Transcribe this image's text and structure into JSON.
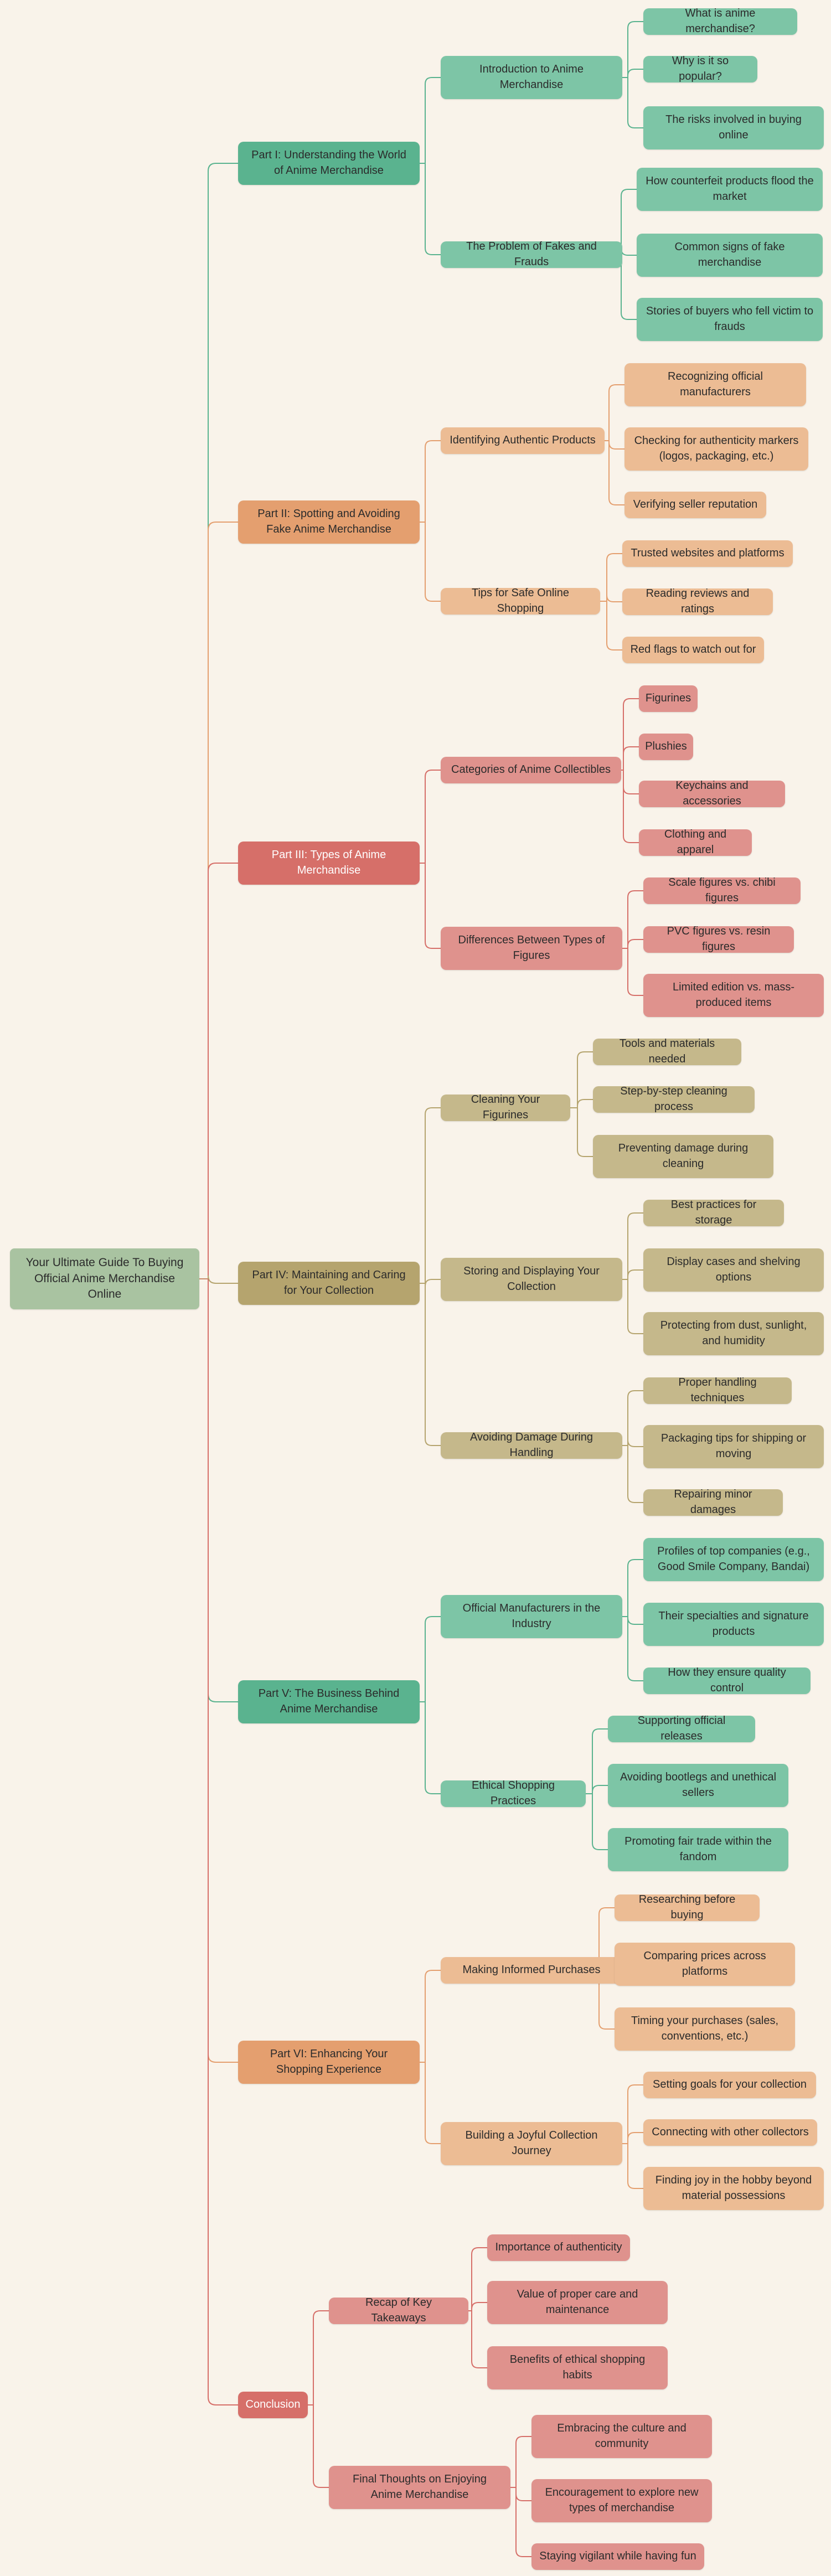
{
  "colors": {
    "background": "#f9f3ea",
    "root": "#a9c3a1",
    "green": {
      "part": "#5ab38f",
      "sub": "#7dc5a6",
      "leaf": "#7dc5a6",
      "line": "#5ab38f"
    },
    "orange": {
      "part": "#e49f6f",
      "sub": "#ecbc94",
      "leaf": "#ecbc94",
      "line": "#e49f6f"
    },
    "red": {
      "part": "#d66f69",
      "sub": "#df928d",
      "leaf": "#df928d",
      "line": "#d66f69"
    },
    "olive": {
      "part": "#b5a46e",
      "sub": "#c5b88b",
      "leaf": "#c5b88b",
      "line": "#b5a46e"
    }
  },
  "root": {
    "label": "Your Ultimate Guide To Buying Official Anime Merchandise Online"
  },
  "parts": [
    {
      "label": "Part I: Understanding the World of Anime Merchandise",
      "theme": "green",
      "children": [
        {
          "label": "Introduction to Anime Merchandise",
          "children": [
            "What is anime merchandise?",
            "Why is it so popular?",
            "The risks involved in buying online"
          ]
        },
        {
          "label": "The Problem of Fakes and Frauds",
          "children": [
            "How counterfeit products flood the market",
            "Common signs of fake merchandise",
            "Stories of buyers who fell victim to frauds"
          ]
        }
      ]
    },
    {
      "label": "Part II: Spotting and Avoiding Fake Anime Merchandise",
      "theme": "orange",
      "children": [
        {
          "label": "Identifying Authentic Products",
          "children": [
            "Recognizing official manufacturers",
            "Checking for authenticity markers (logos, packaging, etc.)",
            "Verifying seller reputation"
          ]
        },
        {
          "label": "Tips for Safe Online Shopping",
          "children": [
            "Trusted websites and platforms",
            "Reading reviews and ratings",
            "Red flags to watch out for"
          ]
        }
      ]
    },
    {
      "label": "Part III: Types of Anime Merchandise",
      "theme": "red",
      "textColor": "#ffffff",
      "children": [
        {
          "label": "Categories of Anime Collectibles",
          "children": [
            "Figurines",
            "Plushies",
            "Keychains and accessories",
            "Clothing and apparel"
          ]
        },
        {
          "label": "Differences Between Types of Figures",
          "children": [
            "Scale figures vs. chibi figures",
            "PVC figures vs. resin figures",
            "Limited edition vs. mass-produced items"
          ]
        }
      ]
    },
    {
      "label": "Part IV: Maintaining and Caring for Your Collection",
      "theme": "olive",
      "children": [
        {
          "label": "Cleaning Your Figurines",
          "children": [
            "Tools and materials needed",
            "Step-by-step cleaning process",
            "Preventing damage during cleaning"
          ]
        },
        {
          "label": "Storing and Displaying Your Collection",
          "children": [
            "Best practices for storage",
            "Display cases and shelving options",
            "Protecting from dust, sunlight, and humidity"
          ]
        },
        {
          "label": "Avoiding Damage During Handling",
          "children": [
            "Proper handling techniques",
            "Packaging tips for shipping or moving",
            "Repairing minor damages"
          ]
        }
      ]
    },
    {
      "label": "Part V: The Business Behind Anime Merchandise",
      "theme": "green",
      "children": [
        {
          "label": "Official Manufacturers in the Industry",
          "children": [
            "Profiles of top companies (e.g., Good Smile Company, Bandai)",
            "Their specialties and signature products",
            "How they ensure quality control"
          ]
        },
        {
          "label": "Ethical Shopping Practices",
          "children": [
            "Supporting official releases",
            "Avoiding bootlegs and unethical sellers",
            "Promoting fair trade within the fandom"
          ]
        }
      ]
    },
    {
      "label": "Part VI: Enhancing Your Shopping Experience",
      "theme": "orange",
      "children": [
        {
          "label": "Making Informed Purchases",
          "children": [
            "Researching before buying",
            "Comparing prices across platforms",
            "Timing your purchases (sales, conventions, etc.)"
          ]
        },
        {
          "label": "Building a Joyful Collection Journey",
          "children": [
            "Setting goals for your collection",
            "Connecting with other collectors",
            "Finding joy in the hobby beyond material possessions"
          ]
        }
      ]
    },
    {
      "label": "Conclusion",
      "theme": "red",
      "textColor": "#ffffff",
      "children": [
        {
          "label": "Recap of Key Takeaways",
          "children": [
            "Importance of authenticity",
            "Value of proper care and maintenance",
            "Benefits of ethical shopping habits"
          ]
        },
        {
          "label": "Final Thoughts on Enjoying Anime Merchandise",
          "children": [
            "Embracing the culture and community",
            "Encouragement to explore new types of merchandise",
            "Staying vigilant while having fun"
          ]
        }
      ]
    }
  ]
}
